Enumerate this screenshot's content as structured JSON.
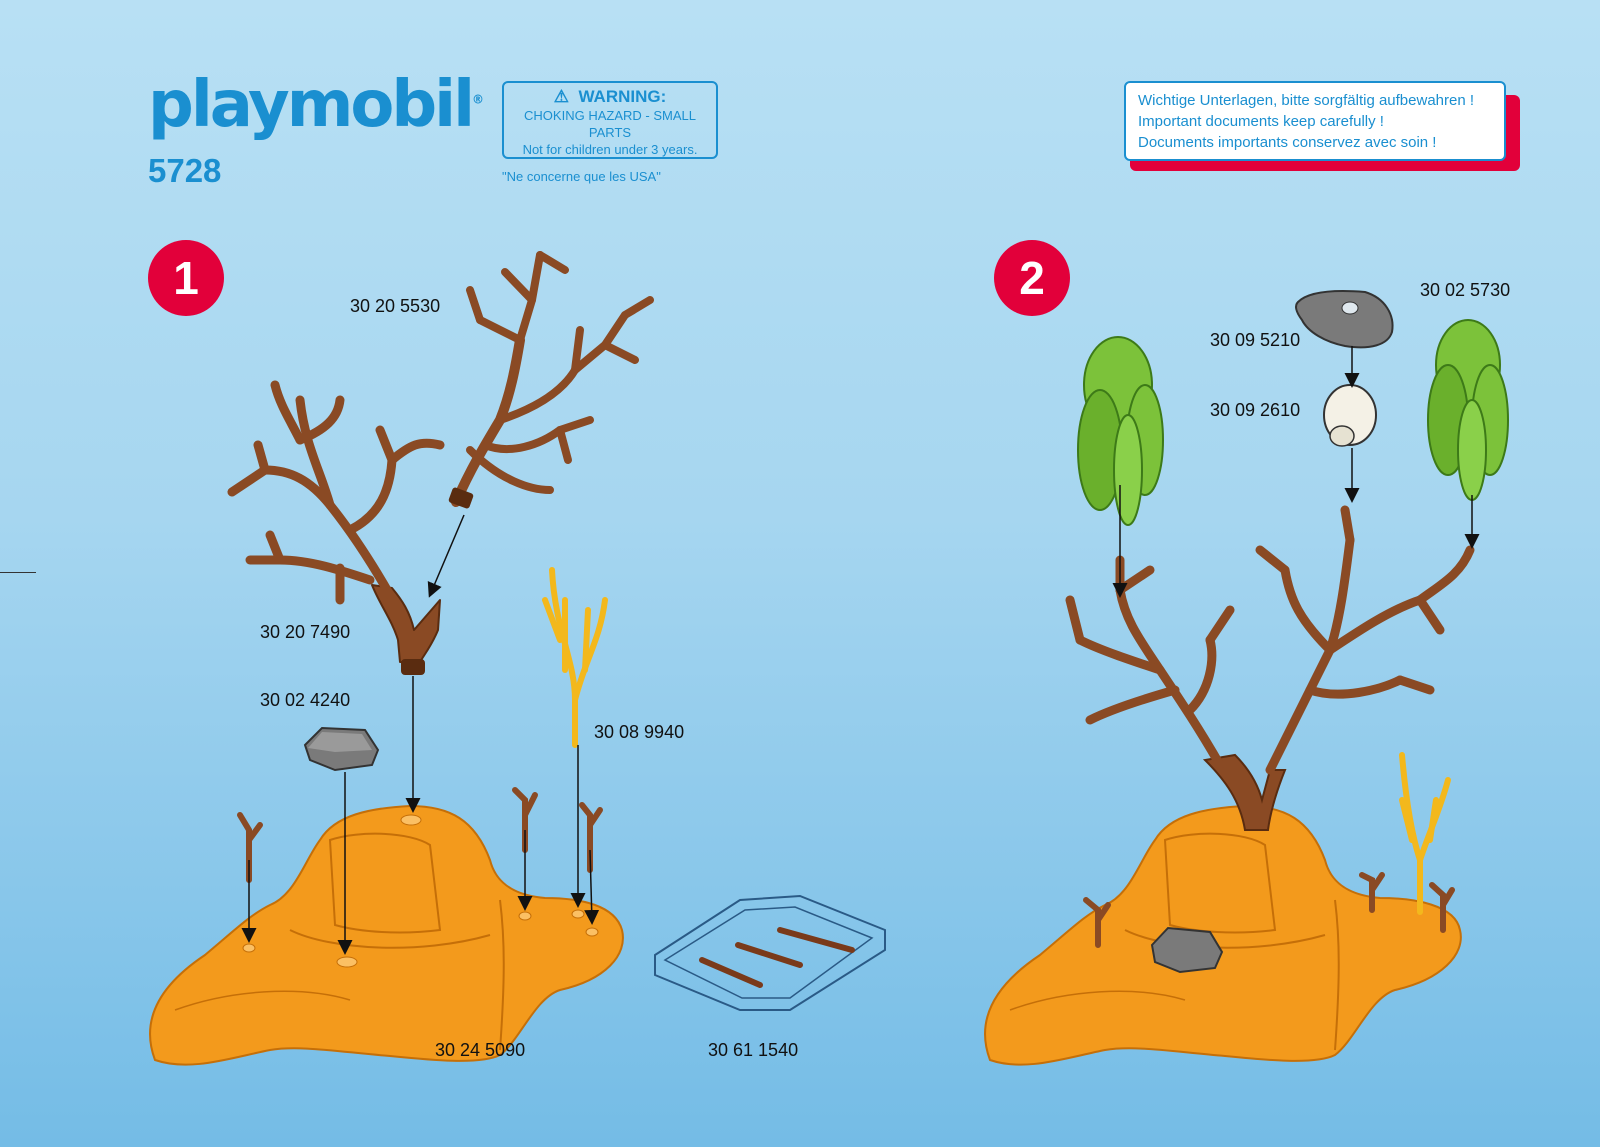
{
  "brand": "playmobil",
  "set_number": "5728",
  "warning": {
    "title": "WARNING:",
    "line1": "CHOKING HAZARD - SMALL PARTS",
    "line2": "Not for children under 3 years.",
    "note": "\"Ne concerne que les USA\""
  },
  "documents_notice": [
    "Wichtige Unterlagen, bitte sorgfältig aufbewahren !",
    "Important documents keep carefully !",
    "Documents importants conservez avec soin !"
  ],
  "steps": [
    {
      "number": "1",
      "parts": [
        "30 20 5530",
        "30 20 7490",
        "30 02 4240",
        "30 08 9940",
        "30 24 5090",
        "30 61 1540"
      ]
    },
    {
      "number": "2",
      "parts": [
        "30 02 5730",
        "30 09 5210",
        "30 09 2610"
      ]
    }
  ],
  "colors": {
    "brand_blue": "#1a8fd0",
    "step_red": "#e2003a",
    "rock_orange": "#f39a1c",
    "branch_brown": "#8a4a24",
    "leaf_green": "#7cc23a"
  }
}
